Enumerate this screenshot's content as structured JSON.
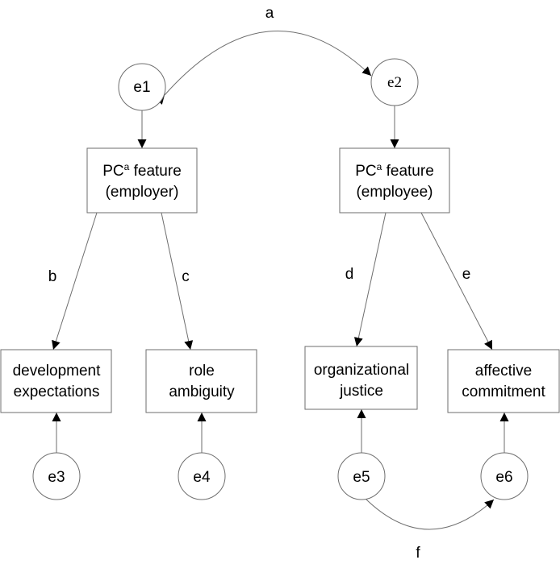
{
  "diagram": {
    "nodes": {
      "e1": "e1",
      "e2": "e2",
      "e3": "e3",
      "e4": "e4",
      "e5": "e5",
      "e6": "e6",
      "pc_employer": {
        "prefix": "PC",
        "sup": "a",
        "suffix": " feature",
        "line2": "(employer)"
      },
      "pc_employee": {
        "prefix": "PC",
        "sup": "a",
        "suffix": " feature",
        "line2": "(employee)"
      },
      "development_expectations": {
        "line1": "development",
        "line2": "expectations"
      },
      "role_ambiguity": {
        "line1": "role",
        "line2": "ambiguity"
      },
      "organizational_justice": {
        "line1": "organizational",
        "line2": "justice"
      },
      "affective_commitment": {
        "line1": "affective",
        "line2": "commitment"
      }
    },
    "paths": {
      "a": "a",
      "b": "b",
      "c": "c",
      "d": "d",
      "e": "e",
      "f": "f"
    }
  }
}
